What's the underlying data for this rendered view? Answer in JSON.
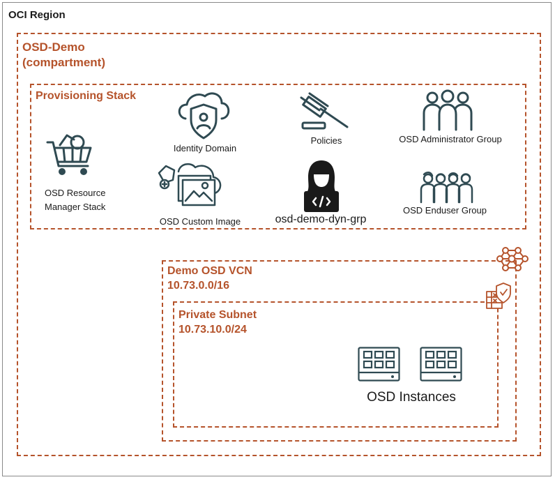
{
  "region": {
    "title": "OCI Region"
  },
  "compartment": {
    "title": "OSD-Demo",
    "subtitle": "(compartment)"
  },
  "provisioning": {
    "title": "Provisioning Stack",
    "items": {
      "resource_manager": {
        "label_line1": "OSD Resource",
        "label_line2": "Manager Stack",
        "icon": "shopping-cart-icon"
      },
      "identity_domain": {
        "label": "Identity Domain",
        "icon": "cloud-user-shield-icon"
      },
      "policies": {
        "label": "Policies",
        "icon": "gavel-icon"
      },
      "admin_group": {
        "label": "OSD Administrator Group",
        "icon": "users-group-icon"
      },
      "custom_image": {
        "label": "OSD Custom Image",
        "icon": "cloud-image-icon"
      },
      "dyn_group": {
        "label": "osd-demo-dyn-grp",
        "icon": "developer-laptop-icon"
      },
      "enduser_group": {
        "label": "OSD Enduser Group",
        "icon": "users-group-icon"
      }
    }
  },
  "vcn": {
    "title": "Demo OSD VCN",
    "cidr": "10.73.0.0/16",
    "icon": "network-mesh-icon"
  },
  "subnet": {
    "title": "Private Subnet",
    "cidr": "10.73.10.0/24",
    "icon": "security-list-icon"
  },
  "instances": {
    "label": "OSD Instances",
    "count": 2,
    "icon": "compute-instance-icon"
  },
  "colors": {
    "accent": "#b5532b",
    "icon": "#2f4a52",
    "border": "#8a8a8a"
  }
}
